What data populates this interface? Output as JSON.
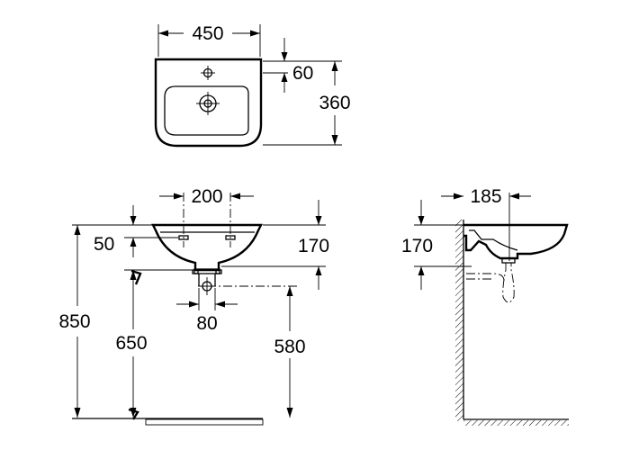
{
  "dimensions": {
    "top_width": "450",
    "top_tap_offset": "60",
    "top_depth": "360",
    "front_tap_spacing": "200",
    "front_tap_drop": "50",
    "front_height": "170",
    "front_rim_height": "850",
    "front_bracket_height": "650",
    "front_waste_height": "580",
    "front_waste_width": "80",
    "side_projection": "185",
    "side_height": "170"
  }
}
